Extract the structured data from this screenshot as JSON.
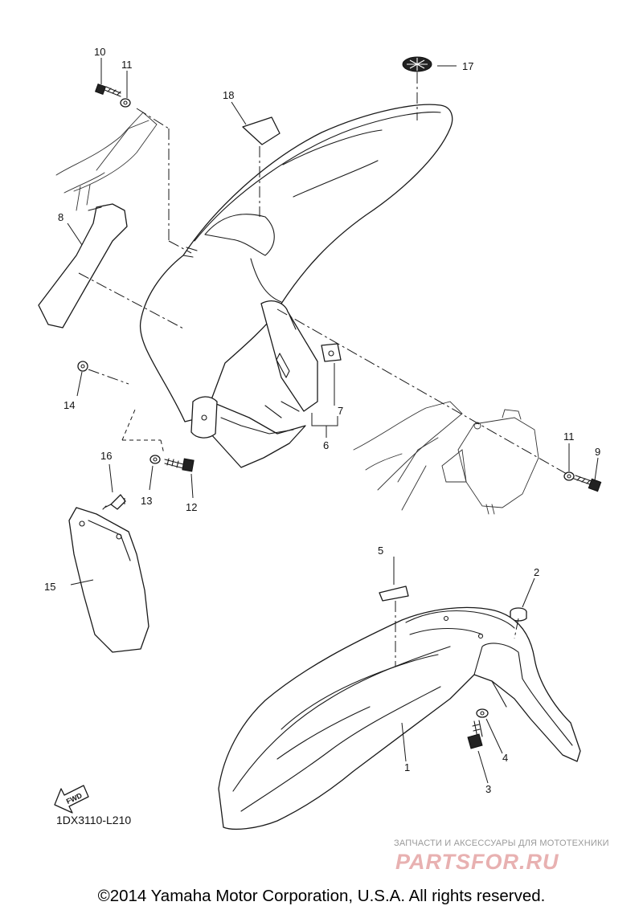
{
  "diagram": {
    "code": "1DX3110-L210",
    "copyright": "©2014 Yamaha Motor Corporation, U.S.A. All rights reserved.",
    "fwd_label": "FWD",
    "watermark": {
      "caption": "ЗАПЧАСТИ И АКСЕССУАРЫ ДЛЯ МОТОТЕХНИКИ",
      "logo": "PARTSFOR.RU"
    },
    "callouts": {
      "c1": "1",
      "c2": "2",
      "c3": "3",
      "c4": "4",
      "c5": "5",
      "c6": "6",
      "c7": "7",
      "c8": "8",
      "c9": "9",
      "c10": "10",
      "c11a": "11",
      "c11b": "11",
      "c12": "12",
      "c13": "13",
      "c14": "14",
      "c15": "15",
      "c16": "16",
      "c17": "17",
      "c18": "18"
    },
    "colors": {
      "line": "#1a1a1a",
      "watermark_logo": "#e8b1b1",
      "watermark_caption": "#9a9a9a"
    }
  }
}
